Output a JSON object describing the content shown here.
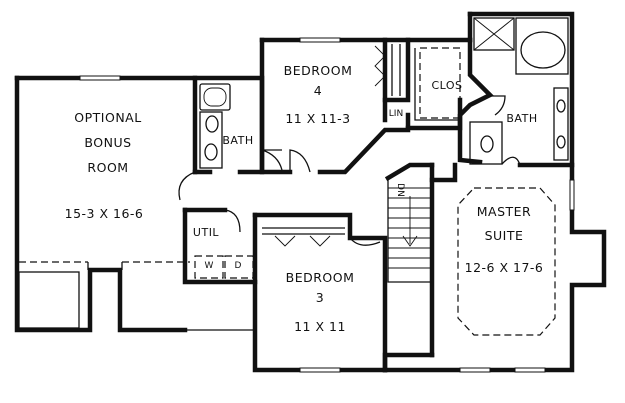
{
  "rooms": {
    "bonus": {
      "line1": "OPTIONAL",
      "line2": "BONUS",
      "line3": "ROOM",
      "size": "15-3 X 16-6"
    },
    "bedroom4": {
      "name": "BEDROOM",
      "number": "4",
      "size": "11 X 11-3"
    },
    "bedroom3": {
      "name": "BEDROOM",
      "number": "3",
      "size": "11 X 11"
    },
    "master": {
      "line1": "MASTER",
      "line2": "SUITE",
      "size": "12-6 X 17-6"
    },
    "bath_left": "BATH",
    "bath_master": "BATH",
    "closet": "CLOS",
    "linen": "LIN",
    "utility": "UTIL",
    "washer": "W",
    "dryer": "D",
    "stair_dn": "DN"
  }
}
